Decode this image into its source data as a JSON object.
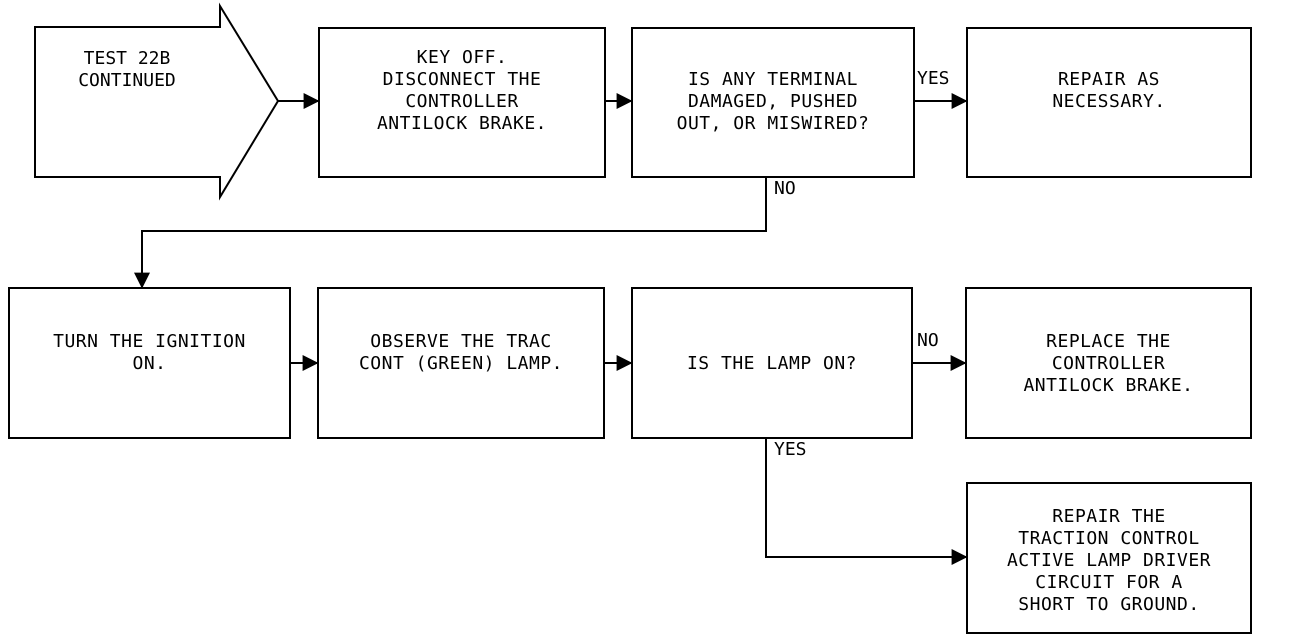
{
  "start": {
    "text": "TEST 22B\nCONTINUED"
  },
  "boxes": {
    "key_off": "KEY OFF.\nDISCONNECT THE\nCONTROLLER\nANTILOCK BRAKE.",
    "terminal_damaged": "IS ANY TERMINAL\nDAMAGED, PUSHED\nOUT, OR MISWIRED?",
    "repair_as_necessary": "REPAIR AS\nNECESSARY.",
    "turn_ignition_on": "TURN THE IGNITION\nON.",
    "observe_lamp": "OBSERVE THE TRAC\nCONT (GREEN) LAMP.",
    "is_lamp_on": "IS THE LAMP ON?",
    "replace_controller": "REPLACE THE\nCONTROLLER\nANTILOCK BRAKE.",
    "repair_traction": "REPAIR THE\nTRACTION CONTROL\nACTIVE LAMP DRIVER\nCIRCUIT FOR A\nSHORT TO GROUND."
  },
  "labels": {
    "yes_1": "YES",
    "no_1": "NO",
    "no_2": "NO",
    "yes_2": "YES"
  }
}
